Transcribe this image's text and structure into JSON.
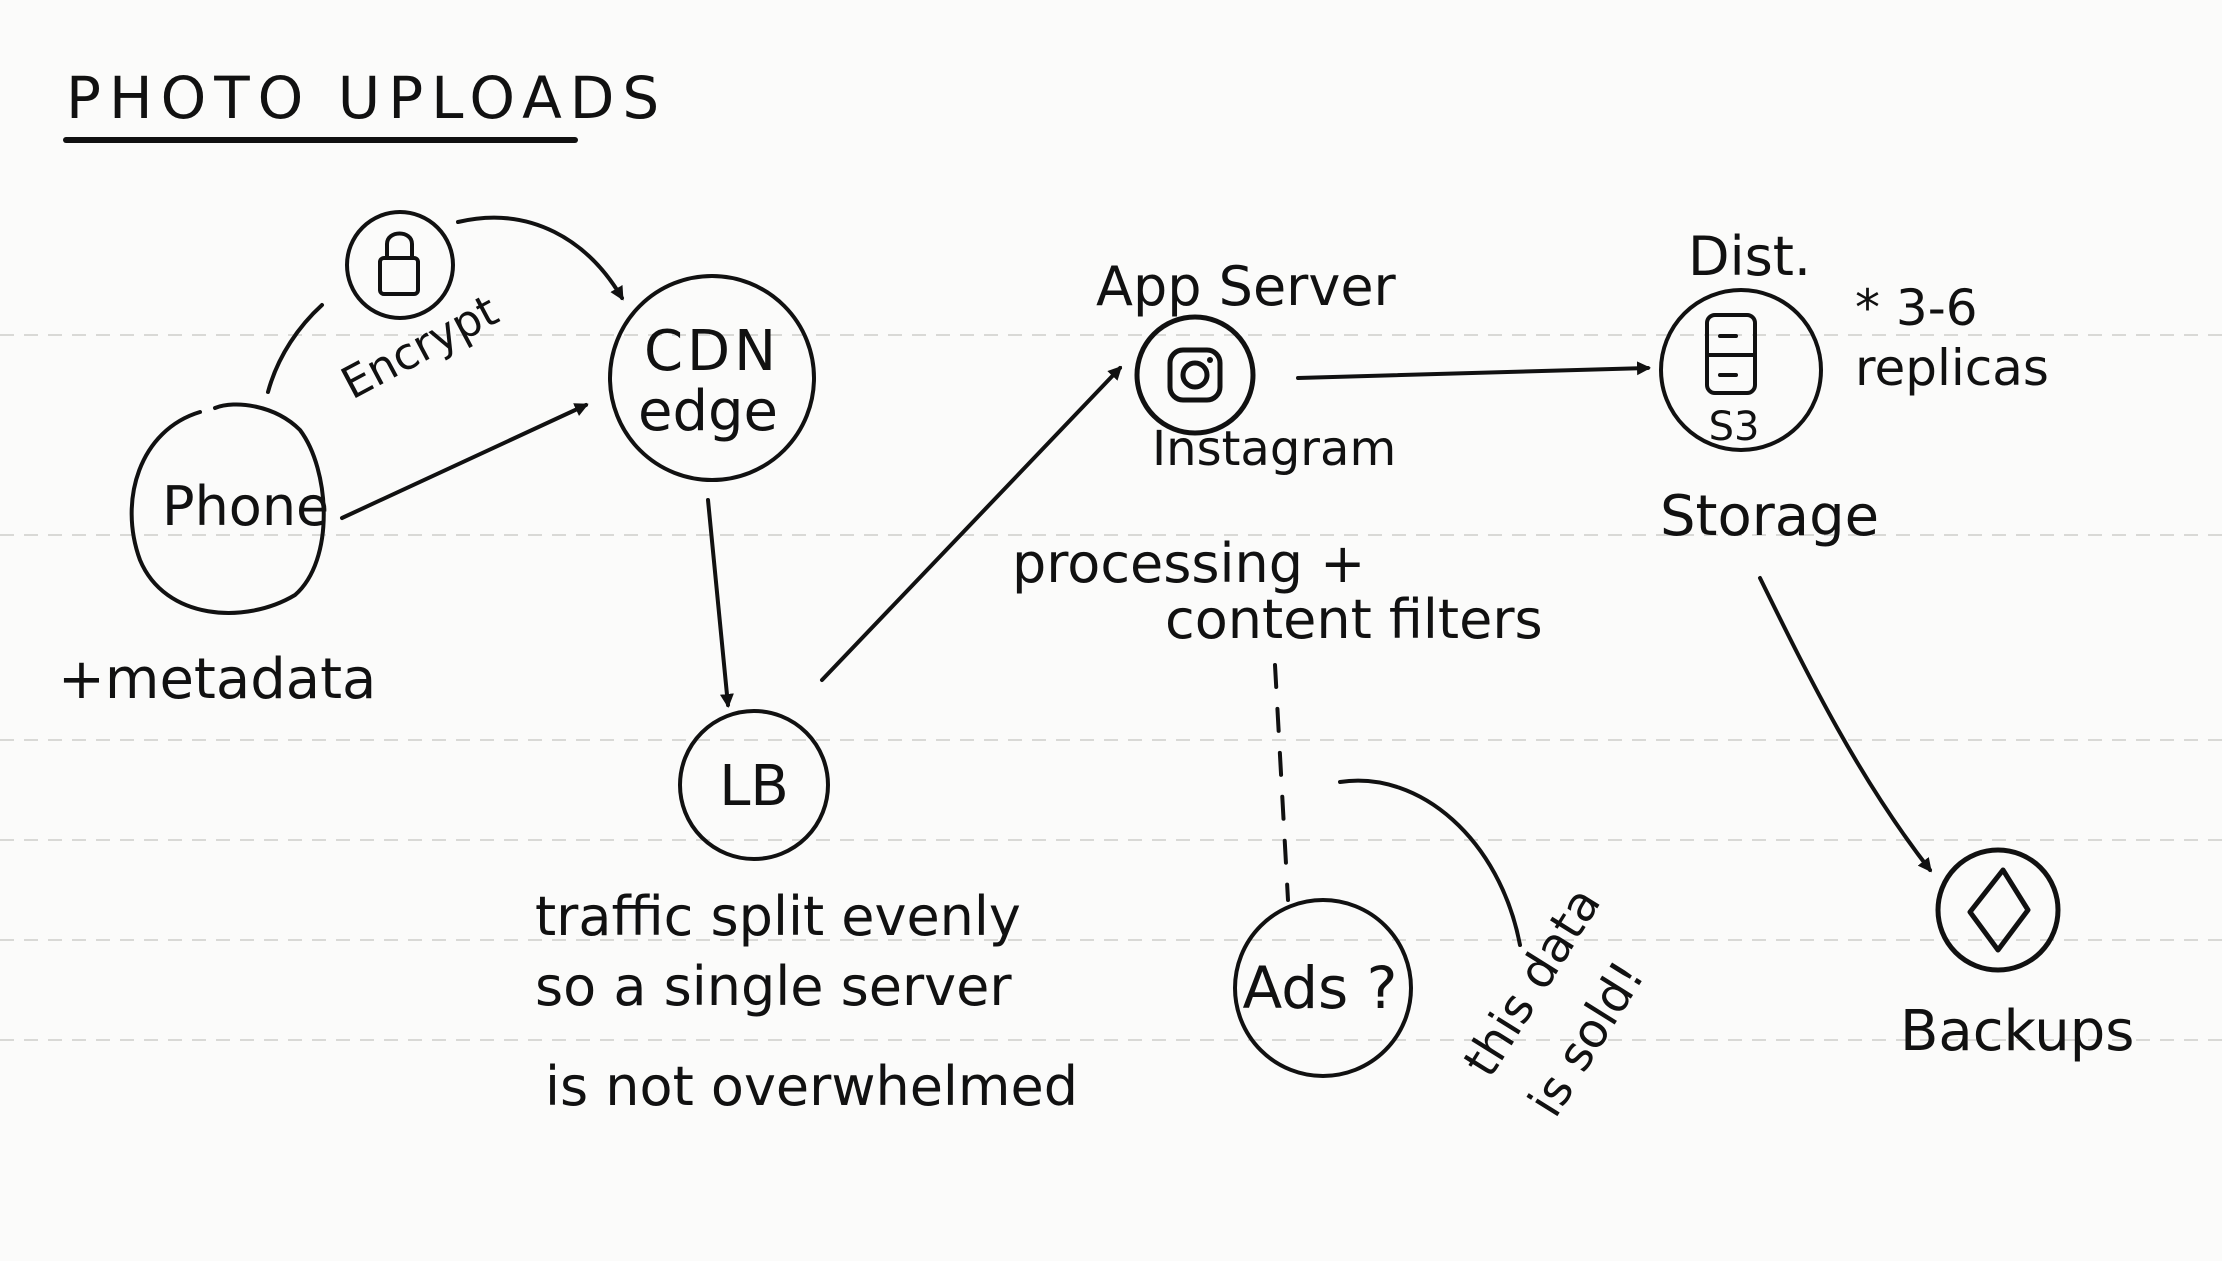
{
  "title": "PHOTO UPLOADS",
  "nodes": {
    "phone": "Phone",
    "cdn_line1": "CDN",
    "cdn_line2": "edge",
    "lb": "LB",
    "ads": "Ads ?",
    "s3": "S3"
  },
  "labels": {
    "encrypt": "Encrypt",
    "metadata": "+metadata",
    "app_server": "App Server",
    "instagram": "Instagram",
    "processing_line1": "processing +",
    "processing_line2": "content filters",
    "traffic_line1": "traffic split evenly",
    "traffic_line2": "so a single server",
    "traffic_line3": "is not overwhelmed",
    "sold_line1": "this data",
    "sold_line2": "is sold!",
    "dist": "Dist.",
    "storage": "Storage",
    "replicas_line1": "* 3-6",
    "replicas_line2": "replicas",
    "backups": "Backups"
  },
  "icons": {
    "lock": "lock-icon",
    "instagram": "instagram-icon",
    "storage": "database-icon",
    "backups": "diamond-icon"
  },
  "colors": {
    "ink": "#111111",
    "paper": "#fbfbfa"
  }
}
